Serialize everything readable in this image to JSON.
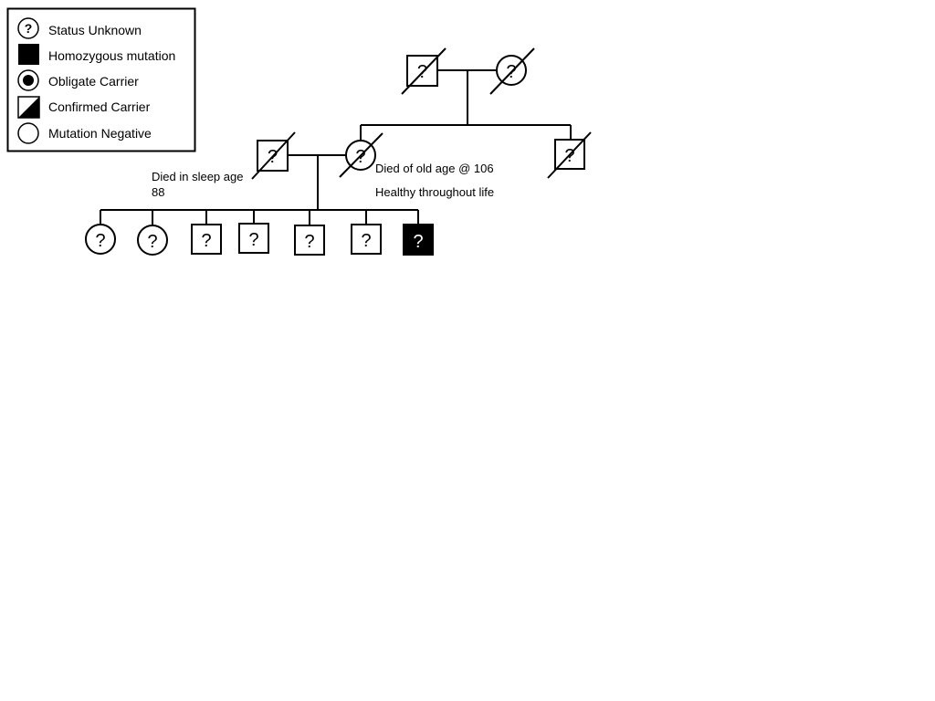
{
  "legend": {
    "status_unknown": "Status Unknown",
    "homozygous_mutation": "Homozygous mutation",
    "obligate_carrier": "Obligate Carrier",
    "confirmed_carrier": "Confirmed Carrier",
    "mutation_negative": "Mutation Negative",
    "unknown_symbol": "?"
  },
  "annotations": {
    "father_line1": "Died in sleep age",
    "father_line2": "88",
    "mother_line1": "Died of old age @ 106",
    "mother_line2": "Healthy throughout life"
  },
  "individuals": [
    {
      "id": "grandfather",
      "generation": 1,
      "sex": "male",
      "status": "unknown",
      "deceased": true,
      "label": "?"
    },
    {
      "id": "grandmother",
      "generation": 1,
      "sex": "female",
      "status": "unknown",
      "deceased": true,
      "label": "?"
    },
    {
      "id": "father",
      "generation": 2,
      "sex": "male",
      "status": "unknown",
      "deceased": true,
      "label": "?"
    },
    {
      "id": "mother",
      "generation": 2,
      "sex": "female",
      "status": "unknown",
      "deceased": true,
      "label": "?"
    },
    {
      "id": "uncle",
      "generation": 2,
      "sex": "male",
      "status": "unknown",
      "deceased": true,
      "label": "?"
    },
    {
      "id": "child-1",
      "generation": 3,
      "sex": "female",
      "status": "unknown",
      "deceased": false,
      "label": "?"
    },
    {
      "id": "child-2",
      "generation": 3,
      "sex": "female",
      "status": "unknown",
      "deceased": false,
      "label": "?"
    },
    {
      "id": "child-3",
      "generation": 3,
      "sex": "male",
      "status": "unknown",
      "deceased": false,
      "label": "?"
    },
    {
      "id": "child-4",
      "generation": 3,
      "sex": "male",
      "status": "unknown",
      "deceased": false,
      "label": "?"
    },
    {
      "id": "child-5",
      "generation": 3,
      "sex": "male",
      "status": "unknown",
      "deceased": false,
      "label": "?"
    },
    {
      "id": "child-6",
      "generation": 3,
      "sex": "male",
      "status": "unknown",
      "deceased": false,
      "label": "?"
    },
    {
      "id": "child-7",
      "generation": 3,
      "sex": "male",
      "status": "homozygous",
      "deceased": false,
      "label": "?"
    }
  ],
  "colors": {
    "line": "#000000",
    "affected_fill": "#000000",
    "affected_text": "#ffffff",
    "background": "#ffffff"
  }
}
